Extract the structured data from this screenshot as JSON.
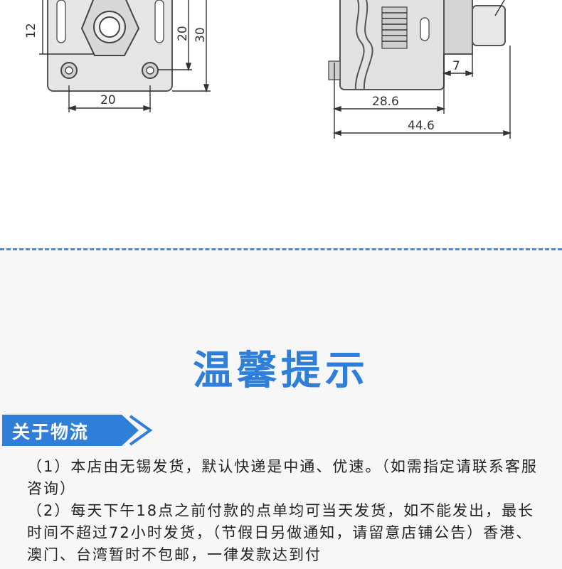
{
  "drawing": {
    "left_view": {
      "dim_12": "12",
      "dim_20_v": "20",
      "dim_30": "30",
      "dim_20_h": "20"
    },
    "right_view": {
      "dim_7": "7",
      "dim_28_6": "28.6",
      "dim_44_6": "44.6"
    }
  },
  "notice": {
    "title": "温馨提示",
    "section_tag": "关于物流",
    "items": [
      "（1）本店由无锡发货，默认快递是中通、优速。（如需指定请联系客服咨询）",
      "（2）每天下午18点之前付款的点单均可当天发货，如不能发出，最长时间不超过72小时发货，（节假日另做通知，请留意店铺公告）香港、澳门、台湾暂时不包邮，一律发款达到付"
    ]
  },
  "colors": {
    "accent": "#2f7ed8",
    "dash": "#3a8ee6",
    "panel": "#f7f7f7"
  }
}
